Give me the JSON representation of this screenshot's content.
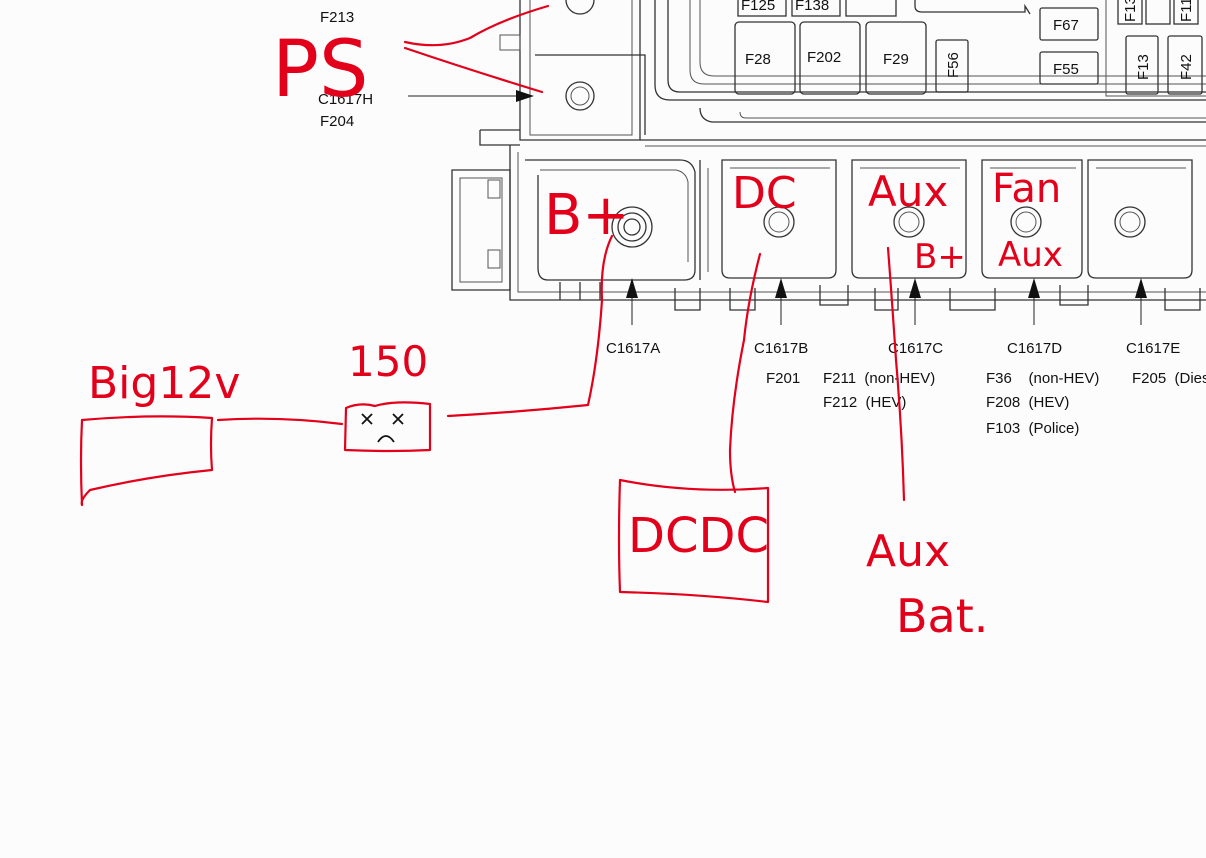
{
  "colors": {
    "ink": "#e3001b",
    "line": "#333333",
    "paper": "#fcfcfc"
  },
  "labels": {
    "F213": "F213",
    "C1617H": "C1617H",
    "F204": "F204",
    "C1617A": "C1617A",
    "C1617B": "C1617B",
    "C1617C": "C1617C",
    "C1617D": "C1617D",
    "C1617E": "C1617E",
    "F201": "F201",
    "F211": "F211  (non-HEV)",
    "F212": "F212  (HEV)",
    "F36": "F36    (non-HEV)",
    "F208": "F208  (HEV)",
    "F103": "F103  (Police)",
    "F205": "F205  (Dies"
  },
  "fuses": {
    "F125": "F125",
    "F138": "F138",
    "F28": "F28",
    "F202": "F202",
    "F29": "F29",
    "F56": "F56",
    "F67": "F67",
    "F55": "F55",
    "F13a": "F13",
    "F11": "F11",
    "F13b": "F13",
    "F42": "F42"
  },
  "handwriting": {
    "ps": "PS",
    "bplus": "B+",
    "dc": "DC",
    "aux": "Aux",
    "fan": "Fan",
    "bplus2": "B+",
    "aux2": "Aux",
    "big12v": "Big12v",
    "amp": "150",
    "dcdc": "DCDC",
    "auxbat_1": "Aux",
    "auxbat_2": "Bat."
  }
}
